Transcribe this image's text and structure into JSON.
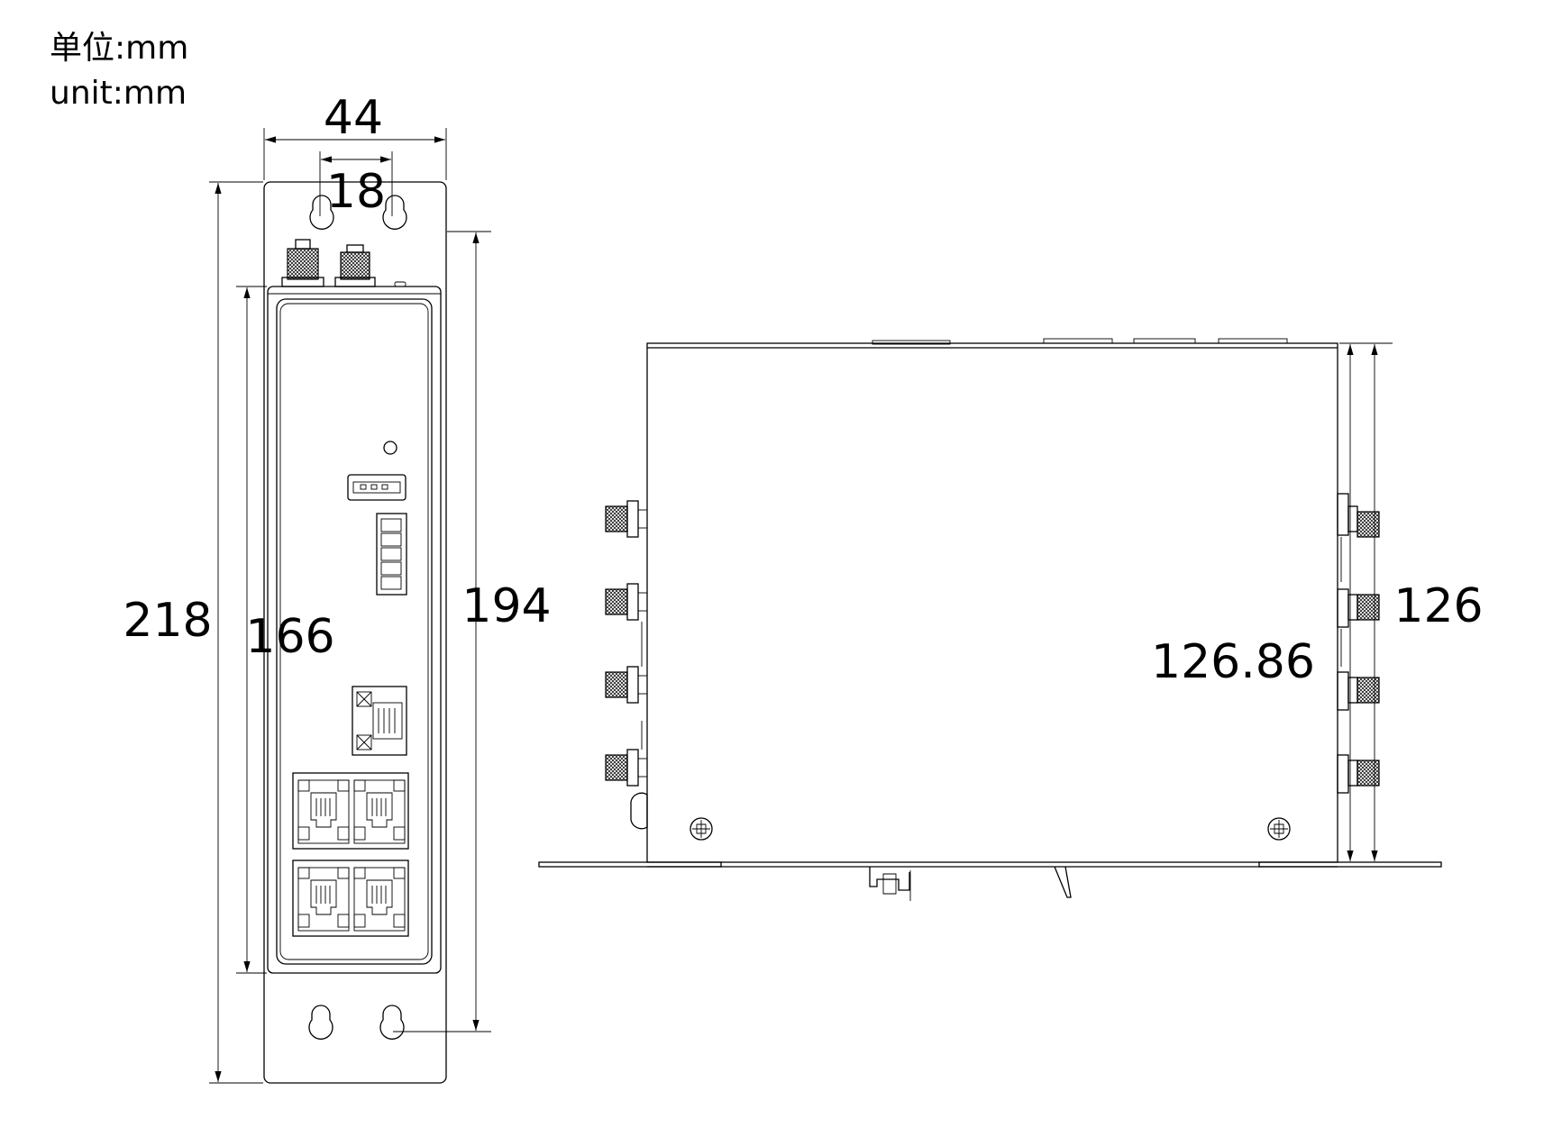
{
  "units": {
    "cn": "单位:mm",
    "en": "unit:mm"
  },
  "front_view": {
    "width_outer": "44",
    "width_holes": "18",
    "height_total": "218",
    "height_panel": "166",
    "height_holes": "194"
  },
  "side_view": {
    "depth_inner": "126.86",
    "depth_outer": "126"
  }
}
